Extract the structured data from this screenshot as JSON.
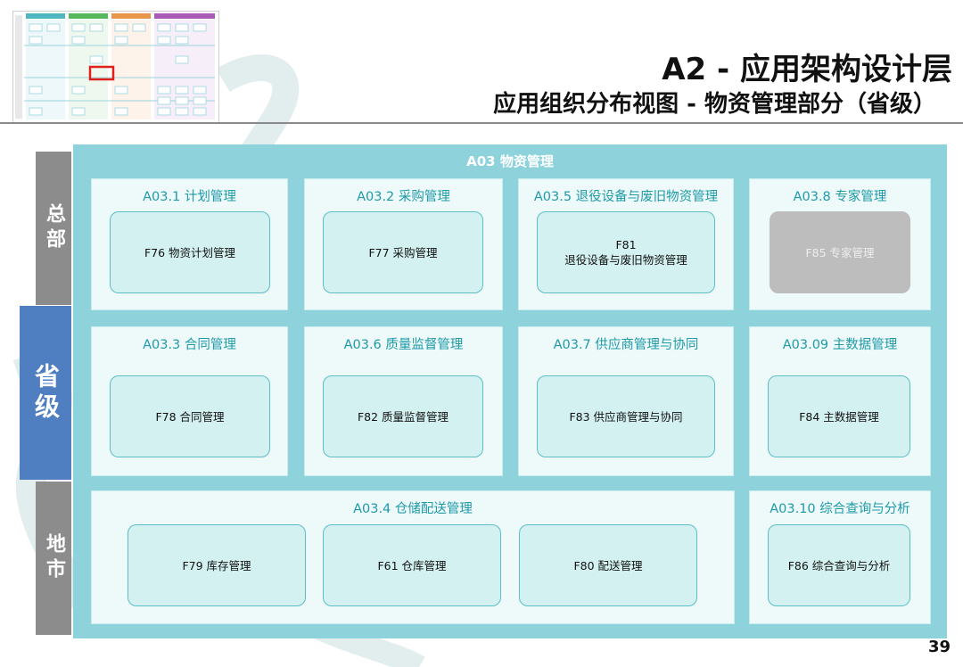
{
  "header": {
    "title": "A2 - 应用架构设计层",
    "subtitle": "应用组织分布视图 - 物资管理部分（省级）"
  },
  "sidebar": {
    "hq": "总部",
    "province": "省级",
    "city": "地市"
  },
  "diagram": {
    "outer_title": "A03 物资管理",
    "groups": [
      {
        "title": "A03.1 计划管理",
        "functions": [
          {
            "line1": "F76 物资计划管理",
            "line2": ""
          }
        ]
      },
      {
        "title": "A03.2 采购管理",
        "functions": [
          {
            "line1": "F77 采购管理",
            "line2": ""
          }
        ]
      },
      {
        "title": "A03.5 退役设备与废旧物资管理",
        "functions": [
          {
            "line1": "F81",
            "line2": "退役设备与废旧物资管理"
          }
        ]
      },
      {
        "title": "A03.8 专家管理",
        "functions": [
          {
            "line1": "F85 专家管理",
            "line2": ""
          }
        ]
      },
      {
        "title": "A03.3 合同管理",
        "functions": [
          {
            "line1": "F78 合同管理",
            "line2": ""
          }
        ]
      },
      {
        "title": "A03.6 质量监督管理",
        "functions": [
          {
            "line1": "F82 质量监督管理",
            "line2": ""
          }
        ]
      },
      {
        "title": "A03.7 供应商管理与协同",
        "functions": [
          {
            "line1": "F83 供应商管理与协同",
            "line2": ""
          }
        ]
      },
      {
        "title": "A03.09 主数据管理",
        "functions": [
          {
            "line1": "F84 主数据管理",
            "line2": ""
          }
        ]
      },
      {
        "title": "A03.4 仓储配送管理",
        "functions": [
          {
            "line1": "F79 库存管理",
            "line2": ""
          },
          {
            "line1": "F61 仓库管理",
            "line2": ""
          },
          {
            "line1": "F80 配送管理",
            "line2": ""
          }
        ]
      },
      {
        "title": "A03.10 综合查询与分析",
        "functions": [
          {
            "line1": "F86 综合查询与分析",
            "line2": ""
          }
        ]
      }
    ]
  },
  "page_number": "39",
  "colors": {
    "outer_bg": "#8ed3dc",
    "group_bg": "#eef9fa",
    "function_bg": "#d3f1f1",
    "function_border": "#5bbec7",
    "group_title": "#1f9aa8",
    "inactive_function": "#bdbdbd",
    "sidebar_grey": "#8c8c8c",
    "sidebar_blue": "#4f7fc1",
    "highlight_red": "#e0201c"
  }
}
